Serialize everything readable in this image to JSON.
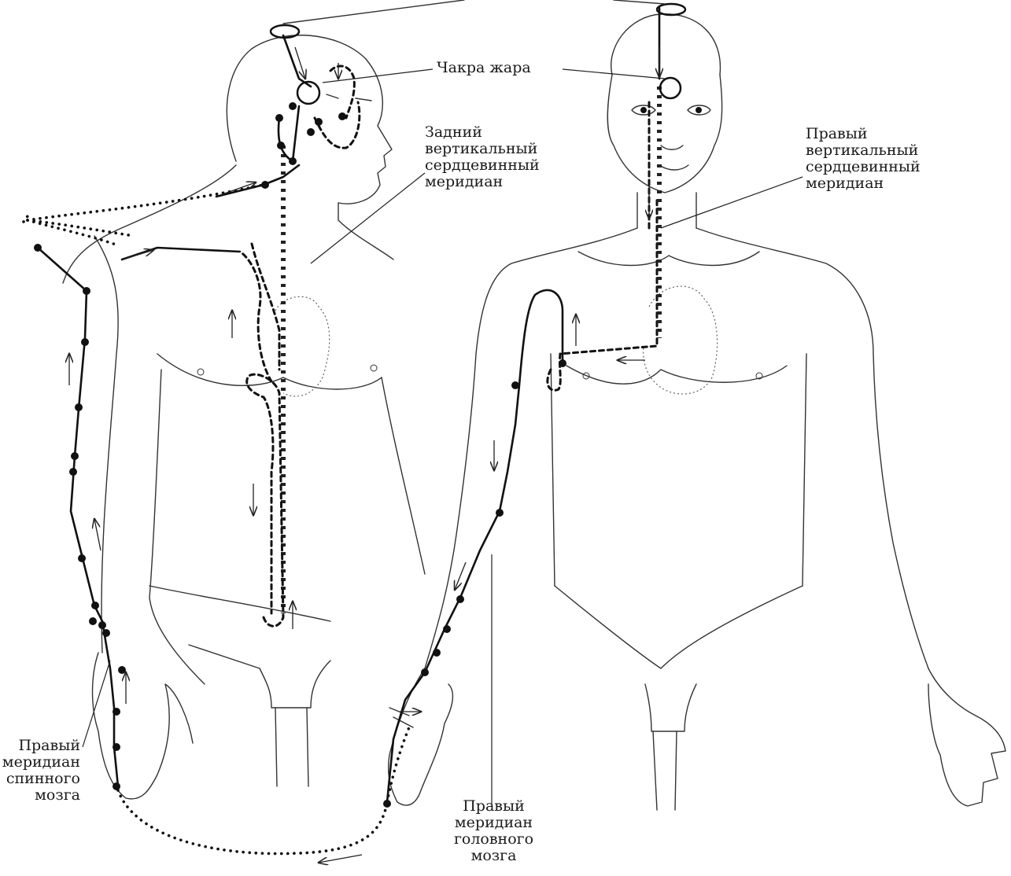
{
  "labels": {
    "chakra": "Чакра жара",
    "rear_vertical": [
      "Задний",
      "вертикальный",
      "сердцевинный",
      "меридиан"
    ],
    "right_vertical": [
      "Правый",
      "вертикальный",
      "сердцевинный",
      "меридиан"
    ],
    "spinal_cord": [
      "Правый",
      "меридиан",
      "спинного",
      "мозга"
    ],
    "brain": [
      "Правый",
      "меридиан",
      "головного",
      "мозга"
    ]
  },
  "icons": {
    "chakra_marker": "ring-icon",
    "meridian_point": "dot-icon",
    "flow_direction": "arrow-icon"
  },
  "colors": {
    "ink": "#111111",
    "background": "#ffffff"
  }
}
